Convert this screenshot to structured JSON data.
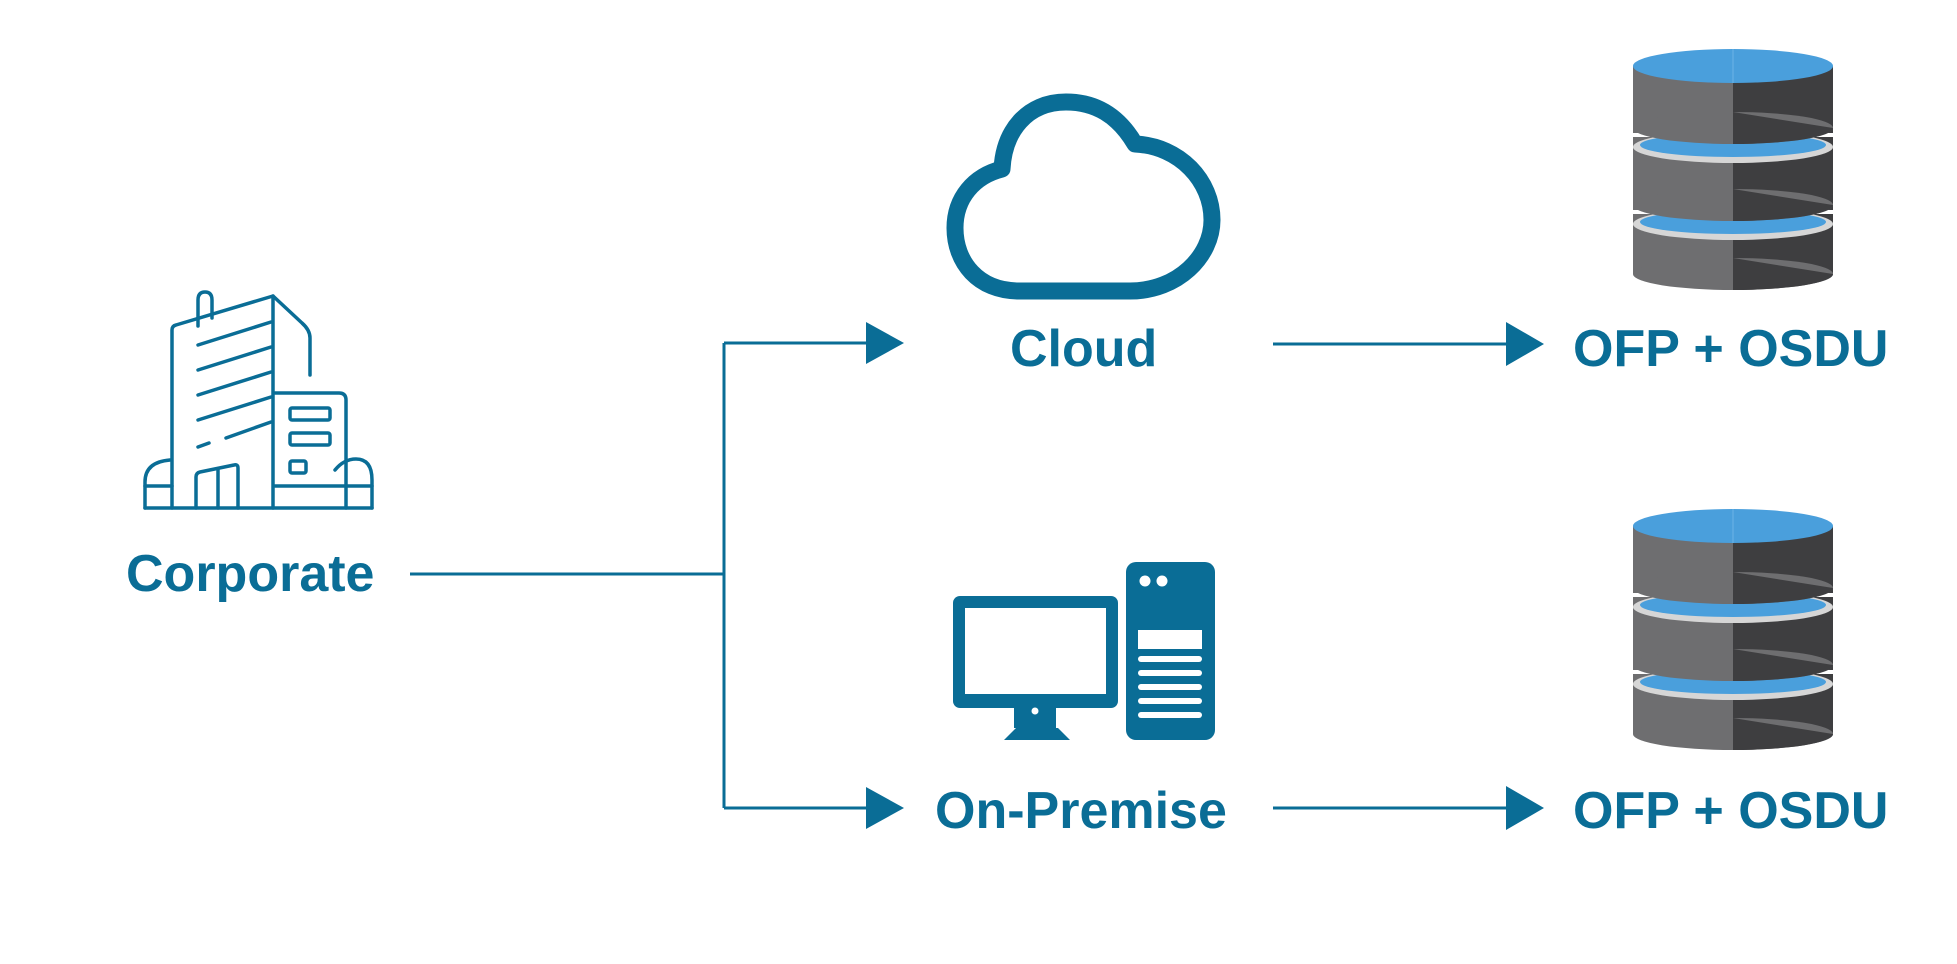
{
  "nodes": {
    "source": {
      "label": "Corporate",
      "icon": "office-building-icon"
    },
    "cloud": {
      "label": "Cloud",
      "icon": "cloud-icon"
    },
    "onprem": {
      "label": "On-Premise",
      "icon": "desktop-server-icon"
    },
    "target_top": {
      "label": "OFP + OSDU",
      "icon": "database-icon"
    },
    "target_bottom": {
      "label": "OFP + OSDU",
      "icon": "database-icon"
    }
  },
  "colors": {
    "primary": "#0a6d96",
    "db_blue": "#4a9fdc",
    "db_gray_light": "#6e6e70",
    "db_gray_dark": "#3e3e40",
    "db_ring": "#d6d6d6"
  }
}
